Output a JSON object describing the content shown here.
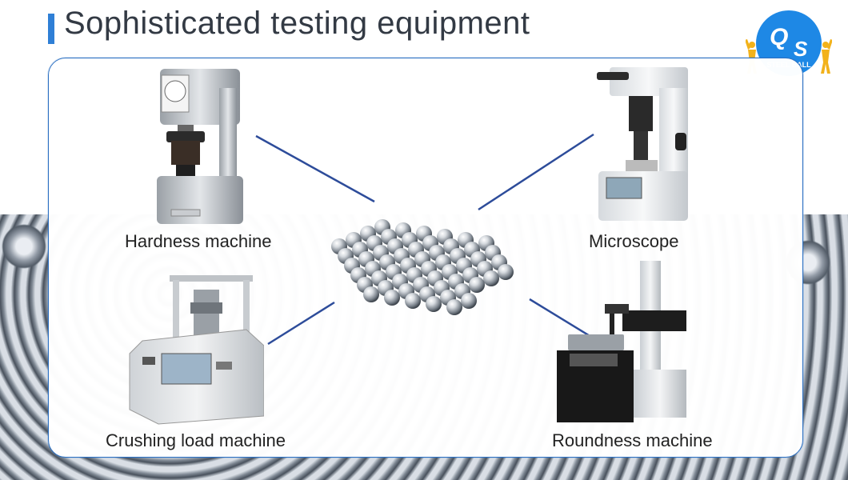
{
  "header": {
    "title": "Sophisticated testing equipment"
  },
  "logo": {
    "letters": [
      "Q",
      "S"
    ],
    "text": "STEEL BALL",
    "color": "#1e88e5"
  },
  "equipment": [
    {
      "id": "hardness",
      "label": "Hardness machine"
    },
    {
      "id": "microscope",
      "label": "Microscope"
    },
    {
      "id": "crushing",
      "label": "Crushing load machine"
    },
    {
      "id": "roundness",
      "label": "Roundness machine"
    }
  ],
  "colors": {
    "accent": "#2f7fd6",
    "connector": "#2d4c9a",
    "card_border": "#2b6fc2"
  }
}
